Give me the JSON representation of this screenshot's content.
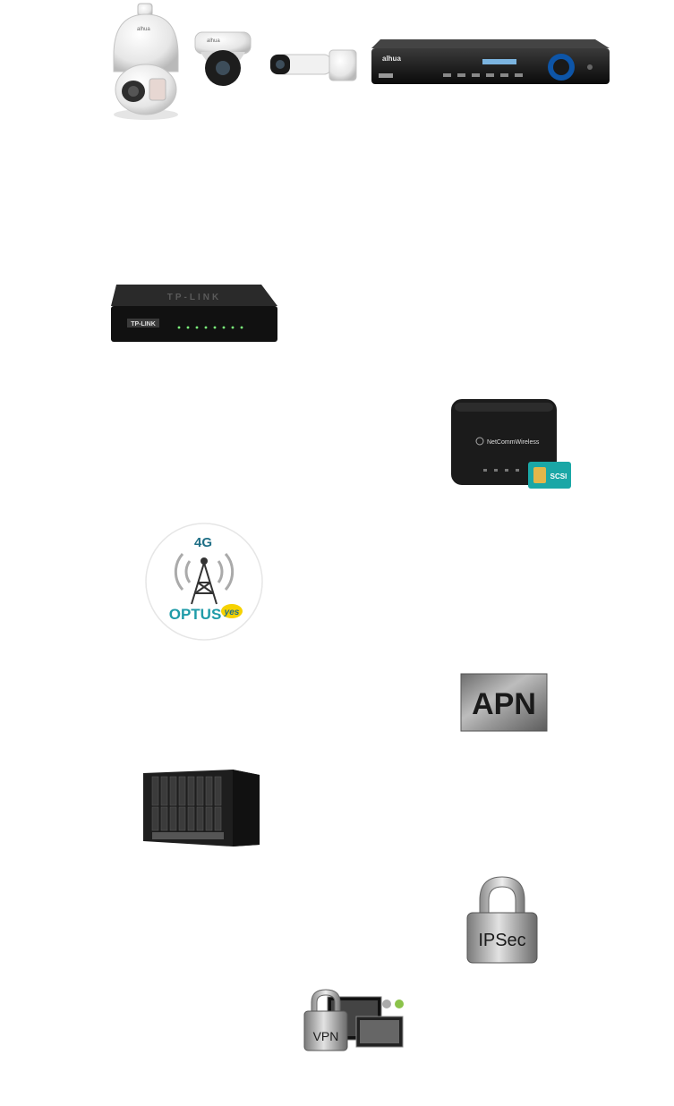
{
  "cameras": {
    "brand": "alhua",
    "nvr_brand": "alhua"
  },
  "switch": {
    "brand": "TP-LINK",
    "top_brand": "TP-LINK"
  },
  "router": {
    "brand": "NetCommWireless",
    "sim_text": "SCSI"
  },
  "carrier": {
    "network": "4G",
    "name": "OPTUS",
    "tagline": "yes"
  },
  "apn": {
    "label": "APN"
  },
  "ipsec": {
    "label": "IPSec"
  },
  "vpn": {
    "label": "VPN"
  }
}
